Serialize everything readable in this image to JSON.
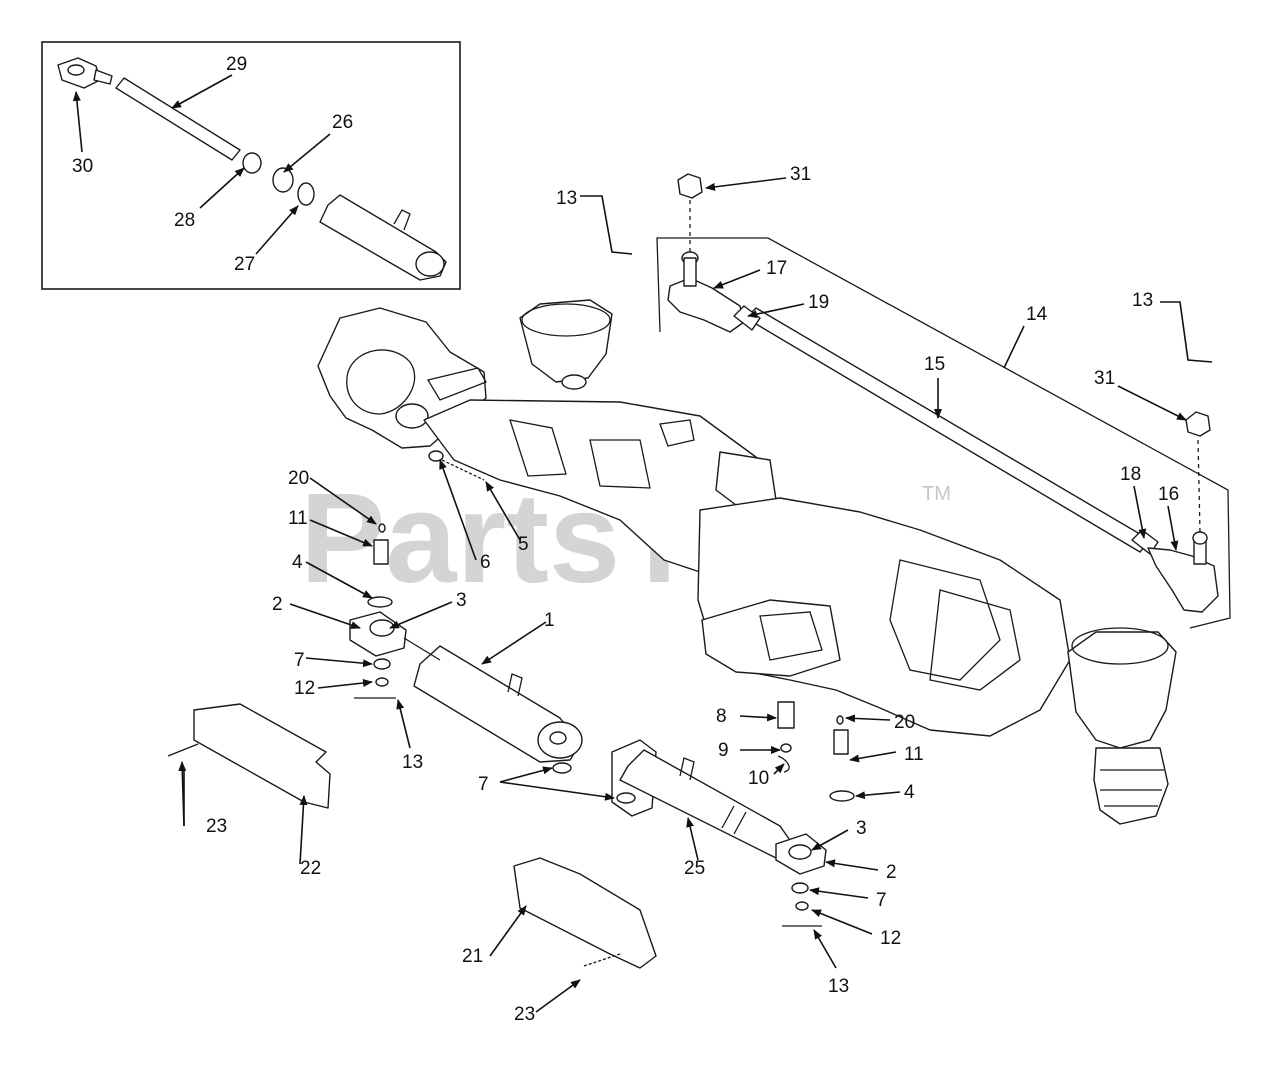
{
  "watermark": {
    "text": "PartsTree",
    "trademark": "TM"
  },
  "callouts": {
    "c1": "1",
    "c2a": "2",
    "c2b": "2",
    "c3a": "3",
    "c3b": "3",
    "c4a": "4",
    "c4b": "4",
    "c5": "5",
    "c6": "6",
    "c7a": "7",
    "c7b": "7",
    "c7c": "7",
    "c8": "8",
    "c9": "9",
    "c10": "10",
    "c11a": "11",
    "c11b": "11",
    "c12a": "12",
    "c12b": "12",
    "c13a": "13",
    "c13b": "13",
    "c13c": "13",
    "c13d": "13",
    "c14": "14",
    "c15": "15",
    "c16": "16",
    "c17": "17",
    "c18": "18",
    "c19": "19",
    "c20a": "20",
    "c20b": "20",
    "c21": "21",
    "c22": "22",
    "c23a": "23",
    "c23b": "23",
    "c25": "25",
    "c26": "26",
    "c27": "27",
    "c28": "28",
    "c29": "29",
    "c30": "30",
    "c31a": "31",
    "c31b": "31"
  }
}
